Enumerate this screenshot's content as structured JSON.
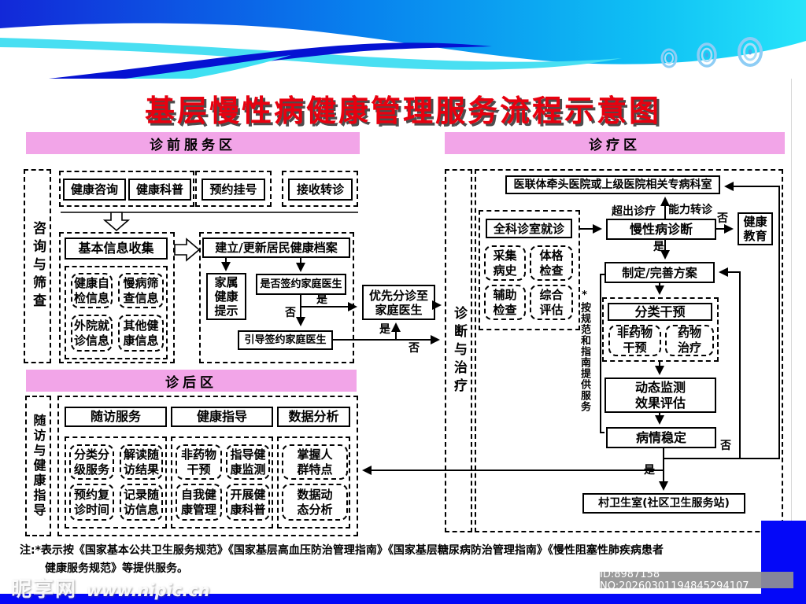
{
  "title": "基层慢性病健康管理服务流程示意图",
  "pre": {
    "header": "诊前服务区",
    "strip": "咨询与筛查",
    "top_boxes": [
      "健康咨询",
      "健康科普",
      "预约挂号",
      "接收转诊"
    ],
    "collect": "基本信息收集",
    "collect_items": [
      "健康自\n检信息",
      "慢病筛\n查信息",
      "外院就\n诊信息",
      "其他健\n康信息"
    ],
    "archive": "建立/更新居民健康档案",
    "family_tip": "家属\n健康\n提示",
    "sign_question": "是否签约家庭医生",
    "guide_sign": "引导签约家庭医生",
    "priority": "优先分诊至\n家庭医生"
  },
  "treat": {
    "header": "诊疗区",
    "strip": "诊断与治疗",
    "hospital": "医联体牵头医院或上级医院相关专病科室",
    "clinic": "全科诊室就诊",
    "clinic_items": [
      "采集\n病史",
      "体格\n检查",
      "辅助\n检查",
      "综合\n评估"
    ],
    "diagnosis": "慢性病诊断",
    "health_edu": "健康\n教育",
    "plan": "制定/完善方案",
    "guideline_note": "*按规范和指南提供服务",
    "intervention": "分类干预",
    "intervention_items": [
      "非药物\n干预",
      "药物\n治疗"
    ],
    "monitor": "动态监测\n效果评估",
    "stable": "病情稳定",
    "village": "村卫生室(社区卫生服务站)"
  },
  "post": {
    "header": "诊后区",
    "strip": "随访与健康指导",
    "columns": [
      {
        "title": "随访服务",
        "items": [
          "分类分\n级服务",
          "解读随\n访结果",
          "预约复\n诊时间",
          "记录随\n访信息"
        ]
      },
      {
        "title": "健康指导",
        "items": [
          "非药物\n干预",
          "指导健\n康监测",
          "自我健\n康管理",
          "开展健\n康科普"
        ]
      },
      {
        "title": "数据分析",
        "items": [
          "掌握人\n群特点",
          "数据动\n态分析"
        ]
      }
    ]
  },
  "labels": {
    "yes": "是",
    "no": "否",
    "exceed": "超出诊疗",
    "refer": "能力转诊"
  },
  "note": {
    "line1": "注:*表示按《国家基本公共卫生服务规范》《国家基层高血压防治管理指南》《国家基层糖尿病防治管理指南》《慢性阻塞性肺疾病患者",
    "line2": "健康服务规范》等提供服务。"
  },
  "footer": {
    "watermark_name": "昵享网",
    "watermark_url": "www.nipic.cn",
    "id_text": "ID:8987158 NO:20260301194845294107"
  },
  "colors": {
    "pink_header": "#f2a5e8",
    "title_red": "#e8000f",
    "footer_blue": "#0408f8",
    "banner_dark_blue": "#1228d8",
    "banner_cyan": "#26e4fa"
  }
}
